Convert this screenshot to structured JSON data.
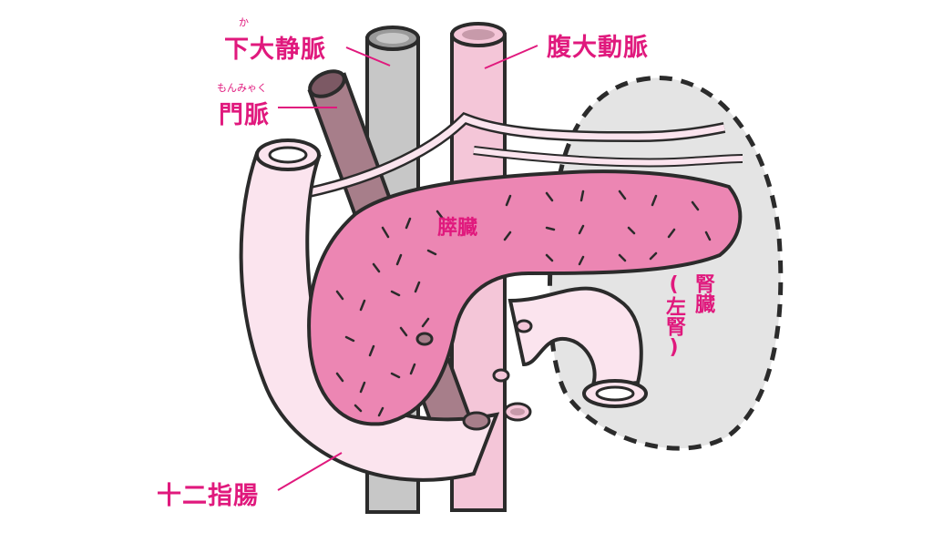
{
  "labels": {
    "ivc": "下大静脈",
    "ivc_ruby": "か",
    "aorta": "腹大動脈",
    "portal": "門脈",
    "portal_ruby": "もんみゃく",
    "pancreas": "膵臓",
    "kidney": "腎臓",
    "kidney_note": "(左腎)",
    "duodenum": "十二指腸"
  },
  "colors": {
    "label": "#e0197d",
    "pancreas": "#ec86b3",
    "duodenum": "#fbe4ee",
    "aorta": "#f4c6d8",
    "ivc": "#c7c7c7",
    "portal_vein": "#a77e8a",
    "kidney_region": "#e4e4e4",
    "outline": "#2b2b2b"
  }
}
